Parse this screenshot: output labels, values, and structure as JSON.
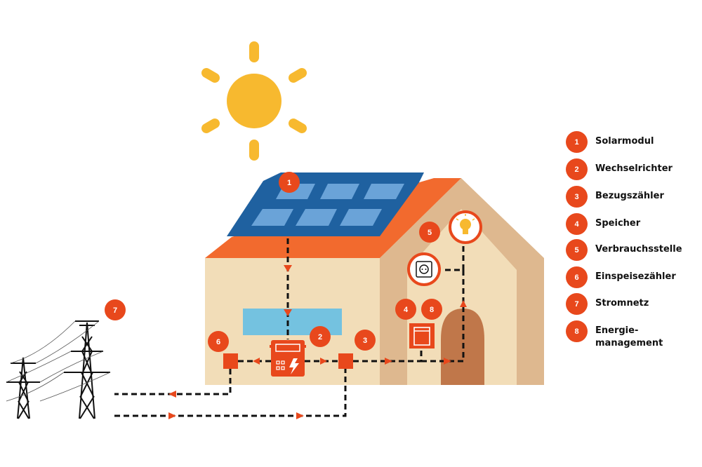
{
  "colors": {
    "accent": "#e8481c",
    "roof": "#f26a2e",
    "wall": "#f2ddb8",
    "wall_side": "#deb88f",
    "panel": "#1f61a0",
    "cell": "#6aa3d8",
    "sun": "#f7b92f",
    "door": "#c0774a",
    "window": "#74c2e0",
    "line": "#111111"
  },
  "badges": [
    {
      "id": "1",
      "label": "1"
    },
    {
      "id": "2",
      "label": "2"
    },
    {
      "id": "3",
      "label": "3"
    },
    {
      "id": "4",
      "label": "4"
    },
    {
      "id": "5",
      "label": "5"
    },
    {
      "id": "6",
      "label": "6"
    },
    {
      "id": "7",
      "label": "7"
    },
    {
      "id": "8",
      "label": "8"
    }
  ],
  "legend": [
    {
      "number": "1",
      "label": "Solarmodul"
    },
    {
      "number": "2",
      "label": "Wechselrichter"
    },
    {
      "number": "3",
      "label": "Bezugszähler"
    },
    {
      "number": "4",
      "label": "Speicher"
    },
    {
      "number": "5",
      "label": "Verbrauchsstelle"
    },
    {
      "number": "6",
      "label": "Einspeisezähler"
    },
    {
      "number": "7",
      "label": "Stromnetz"
    },
    {
      "number": "8",
      "label": "Energie-\nmanagement"
    }
  ],
  "icons": [
    "sun-icon",
    "solar-panel-icon",
    "inverter-icon",
    "meter-icon",
    "battery-icon",
    "light-bulb-icon",
    "power-socket-icon",
    "power-pylon-icon"
  ]
}
